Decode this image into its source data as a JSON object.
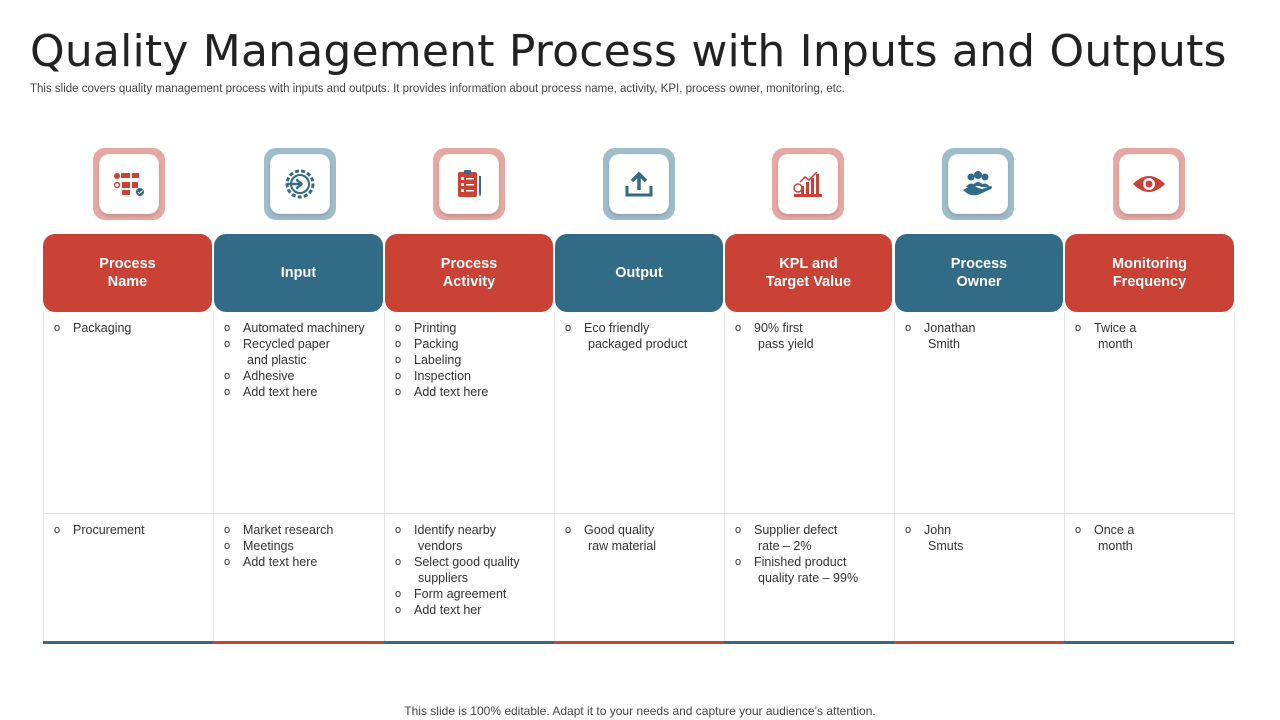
{
  "title": "Quality Management Process with Inputs and Outputs",
  "subtitle": "This slide covers quality management process with inputs and outputs. It provides information about process name, activity, KPI, process owner, monitoring, etc.",
  "footer": "This slide is 100% editable. Adapt it to your needs and capture your audience’s attention.",
  "colors": {
    "red": "#c94235",
    "blue": "#326b86",
    "red_light": "#e6a8a2",
    "blue_light": "#9fbccb"
  },
  "columns": [
    {
      "header": "Process\nName",
      "theme": "red",
      "icon": "process-flow-icon"
    },
    {
      "header": "Input",
      "theme": "blue",
      "icon": "input-gear-icon"
    },
    {
      "header": "Process\nActivity",
      "theme": "red",
      "icon": "clipboard-checklist-icon"
    },
    {
      "header": "Output",
      "theme": "blue",
      "icon": "upload-icon"
    },
    {
      "header": "KPL and\nTarget Value",
      "theme": "red",
      "icon": "growth-chart-icon"
    },
    {
      "header": "Process\nOwner",
      "theme": "blue",
      "icon": "team-hand-icon"
    },
    {
      "header": "Monitoring\nFrequency",
      "theme": "red",
      "icon": "eye-icon"
    }
  ],
  "rows": [
    [
      [
        [
          "Packaging"
        ]
      ],
      [
        [
          "Automated machinery"
        ],
        [
          "Recycled paper",
          "and plastic"
        ],
        [
          "Adhesive"
        ],
        [
          "Add text here"
        ]
      ],
      [
        [
          "Printing"
        ],
        [
          "Packing"
        ],
        [
          "Labeling"
        ],
        [
          "Inspection"
        ],
        [
          "Add text here"
        ]
      ],
      [
        [
          "Eco friendly",
          "packaged product"
        ]
      ],
      [
        [
          "90% first",
          "pass yield"
        ]
      ],
      [
        [
          "Jonathan",
          "Smith"
        ]
      ],
      [
        [
          "Twice a",
          "month"
        ]
      ]
    ],
    [
      [
        [
          "Procurement"
        ]
      ],
      [
        [
          "Market research"
        ],
        [
          "Meetings"
        ],
        [
          "Add text here"
        ]
      ],
      [
        [
          "Identify nearby",
          "vendors"
        ],
        [
          "Select good quality",
          "suppliers"
        ],
        [
          "Form agreement"
        ],
        [
          "Add text her"
        ]
      ],
      [
        [
          "Good quality",
          "raw material"
        ]
      ],
      [
        [
          "Supplier defect",
          "rate – 2%"
        ],
        [
          "Finished product",
          "quality rate – 99%"
        ]
      ],
      [
        [
          "John",
          "Smuts"
        ]
      ],
      [
        [
          "Once a",
          "month"
        ]
      ]
    ]
  ]
}
